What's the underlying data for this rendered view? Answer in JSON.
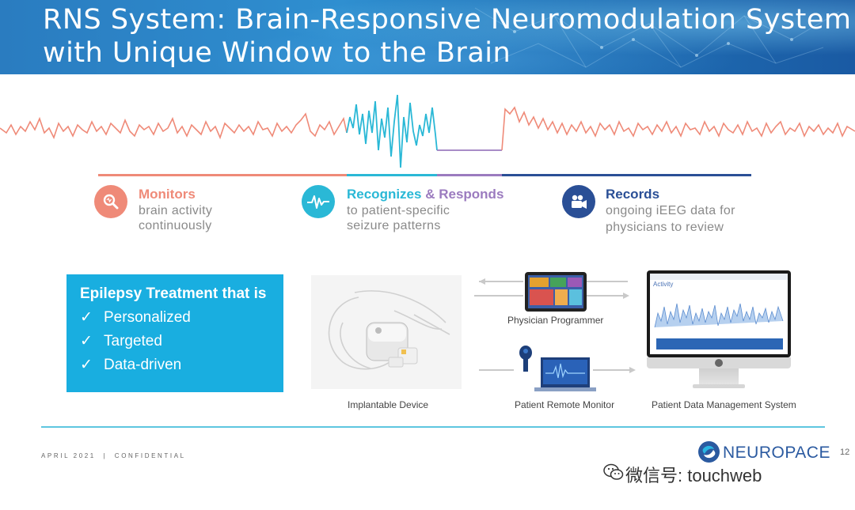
{
  "header": {
    "title_line1": "RNS System: Brain-Responsive Neuromodulation System",
    "title_line2": "with Unique Window to the Brain"
  },
  "colors": {
    "monitors": "#ef8a78",
    "recognizes": "#2ab8d6",
    "responds": "#9b7bbf",
    "records": "#2a4f96",
    "box": "#19aee0"
  },
  "features": [
    {
      "title": "Monitors",
      "line1": "brain activity",
      "line2": "continuously",
      "icon": "magnifier-icon"
    },
    {
      "title_a": "Recognizes",
      "amp": " & ",
      "title_b": "Responds",
      "line1": "to patient-specific",
      "line2": "seizure patterns",
      "icon": "eeg-wave-icon"
    },
    {
      "title": "Records",
      "line1": "ongoing iEEG data for",
      "line2": "physicians to review",
      "icon": "video-camera-icon"
    }
  ],
  "treatment_box": {
    "title": "Epilepsy Treatment that is",
    "check": "✓",
    "items": [
      "Personalized",
      "Targeted",
      "Data-driven"
    ]
  },
  "screen": {
    "activity_label": "Activity"
  },
  "captions": {
    "implantable": "Implantable Device",
    "programmer": "Physician Programmer",
    "monitor": "Patient Remote Monitor",
    "pdms": "Patient Data Management System"
  },
  "footer": {
    "left": "APRIL 2021  |  CONFIDENTIAL",
    "logo": "NEUROPACE",
    "page": "12",
    "watermark": "微信号: touchweb"
  }
}
